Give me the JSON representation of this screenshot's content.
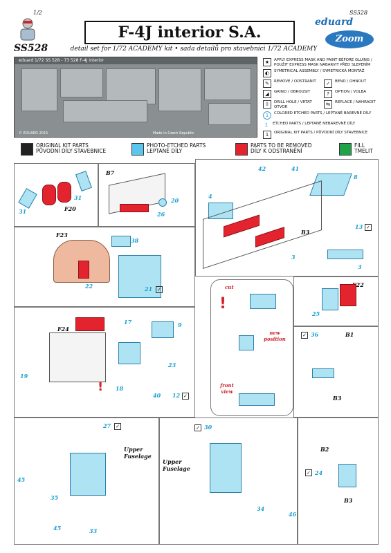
{
  "header": {
    "page": "1/2",
    "code_top": "SS528",
    "title": "F-4J interior S.A.",
    "code": "SS528",
    "subtitle": "detail set for 1/72 ACADEMY kit • sada detailů pro stavebnici 1/72 ACADEMY",
    "brand": "eduard",
    "brand2": "Zoom"
  },
  "photo": {
    "strip": "eduard  1/72  SS 528 - 73 528  F-4J interior",
    "copyright": "© EDUARD 2015",
    "made": "Made in Czech Republic"
  },
  "legend": {
    "apply": "APPLY EXPRESS MASK AND PAINT BEFORE GLUING / POUŽIT EXPRESS MASK NABARVIT PŘED SLEPENÍM",
    "sym": "SYMETRICAL ASSEMBLY / SYMETRICKÁ MONTÁŽ",
    "remove": "REMOVE / ODSTRANIT",
    "bend": "BEND / OHNOUT",
    "grind": "GRIND / OBROUSIT",
    "option": "OPTION / VOLBA",
    "drill": "DRILL HOLE / VRTAT OTVOR",
    "replace": "REPLACE / NAHRADIT",
    "colored": "COLORED ETCHED PARTS / LEPTANÉ BAREVNÉ DÍLY",
    "etched": "ETCHED PARTS / LEPTANÉ NEBAREVNÉ DÍLY",
    "original": "ORIGINAL KIT PARTS / PŮVODNÍ DÍLY STAVEBNICE"
  },
  "key": {
    "k1a": "ORIGINAL KIT PARTS",
    "k1b": "PŮVODNÍ DÍLY STAVEBNICE",
    "k2a": "PHOTO-ETCHED PARTS",
    "k2b": "LEPTANÉ DÍLY",
    "k3a": "PARTS TO BE REMOVED",
    "k3b": "DÍLY K ODSTRANĚNÍ",
    "k4a": "FILL",
    "k4b": "TMELIT",
    "c_black": "#222222",
    "c_blue": "#5bc5ec",
    "c_red": "#e3242e",
    "c_green": "#1fa24a"
  },
  "labels": {
    "F20": "F20",
    "B7": "B7",
    "B3": "B3",
    "F23": "F23",
    "F22": "F22",
    "F24": "F24",
    "B1": "B1",
    "B3b": "B3",
    "B2": "B2",
    "B3c": "B3",
    "upper1": "Upper Fuselage",
    "upper2": "Upper Fuselage",
    "cut": "cut",
    "newpos": "new position",
    "front": "front view"
  },
  "nums": {
    "n31a": "31",
    "n31b": "31",
    "n20": "20",
    "n26": "26",
    "n42": "42",
    "n41": "41",
    "n8": "8",
    "n4": "4",
    "n13": "13",
    "n3a": "3",
    "n3b": "3",
    "n38": "38",
    "n22": "22",
    "n21": "21",
    "n25": "25",
    "n17": "17",
    "n9": "9",
    "n36": "36",
    "n19": "19",
    "n23": "23",
    "n18": "18",
    "n40": "40",
    "n12": "12",
    "n27": "27",
    "n30": "30",
    "n45a": "45",
    "n35": "35",
    "n45b": "45",
    "n33": "33",
    "n34": "34",
    "n46": "46",
    "n24": "24"
  }
}
